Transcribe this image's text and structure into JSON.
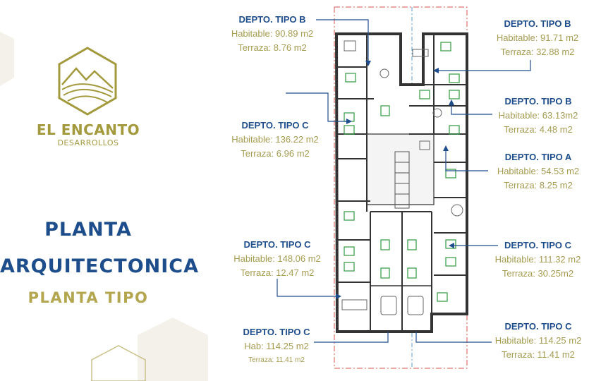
{
  "brand": {
    "name": "EL ENCANTO",
    "sub": "DESARROLLOS"
  },
  "titles": {
    "line1": "PLANTA",
    "line2": "ARQUITECTONICA",
    "line3": "PLANTA TIPO"
  },
  "units": [
    {
      "type": "DEPTO.  TIPO B",
      "hab": "Habitable: 90.89 m2",
      "ter": "Terraza: 8.76 m2"
    },
    {
      "type": "DEPTO.  TIPO C",
      "hab": "Habitable: 136.22 m2",
      "ter": "Terraza: 6.96 m2"
    },
    {
      "type": "DEPTO.  TIPO C",
      "hab": "Habitable: 148.06 m2",
      "ter": "Terraza: 12.47 m2"
    },
    {
      "type": "DEPTO.  TIPO C",
      "hab": "Hab: 114.25 m2",
      "ter": "Terraza: 11.41 m2"
    },
    {
      "type": "DEPTO.  TIPO B",
      "hab": "Habitable: 91.71 m2",
      "ter": "Terraza: 32.88 m2"
    },
    {
      "type": "DEPTO.  TIPO B",
      "hab": "Habitable: 63.13m2",
      "ter": "Terraza: 4.48 m2"
    },
    {
      "type": "DEPTO.  TIPO A",
      "hab": "Habitable: 54.53 m2",
      "ter": "Terraza: 8.25 m2"
    },
    {
      "type": "DEPTO.  TIPO C",
      "hab": "Habitable: 111.32 m2",
      "ter": "Terraza: 30.25m2"
    },
    {
      "type": "DEPTO.  TIPO C",
      "hab": "Habitable: 114.25 m2",
      "ter": "Terraza: 11.41 m2"
    }
  ],
  "colors": {
    "navy": "#1e4d8c",
    "olive": "#a39a3e",
    "plan_red": "#d9534f",
    "plan_blue": "#5b9bd5",
    "furniture_green": "#3fa04a"
  }
}
